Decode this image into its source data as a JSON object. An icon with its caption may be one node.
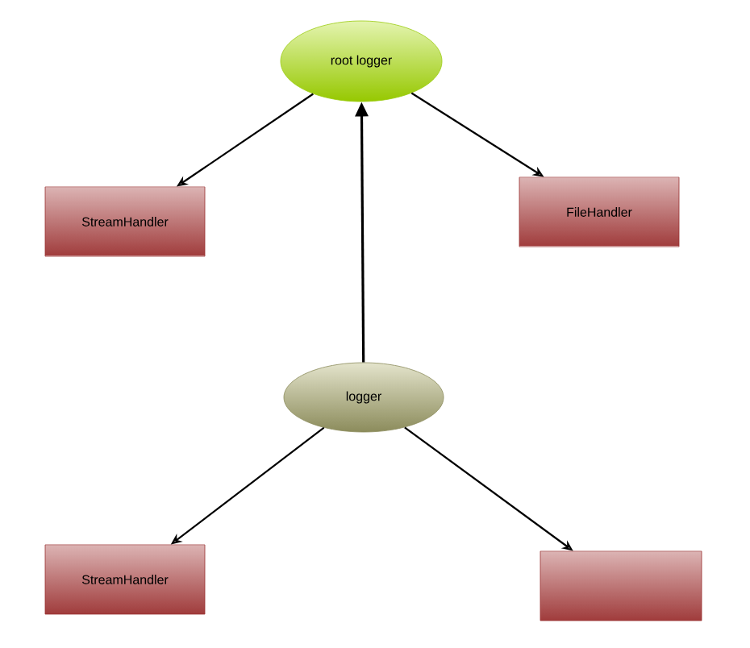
{
  "diagram": {
    "nodes": [
      {
        "text": [
          "root logger"
        ]
      },
      {
        "text": [
          "StreamHandler"
        ]
      },
      {
        "text": [
          "FileHandler"
        ]
      },
      {
        "text": [
          "logger"
        ]
      },
      {
        "text": [
          "StreamHandler"
        ]
      },
      {
        "text": [],
        "shape": "box"
      }
    ],
    "edges": [
      {
        "from": 0,
        "to": 1,
        "arrow": "to"
      },
      {
        "from": 0,
        "to": 2,
        "arrow": "to"
      },
      {
        "from": 3,
        "to": 0,
        "arrow": "to"
      },
      {
        "from": 3,
        "to": 4,
        "arrow": "to"
      },
      {
        "from": 3,
        "to": 5,
        "arrow": "to"
      }
    ]
  }
}
